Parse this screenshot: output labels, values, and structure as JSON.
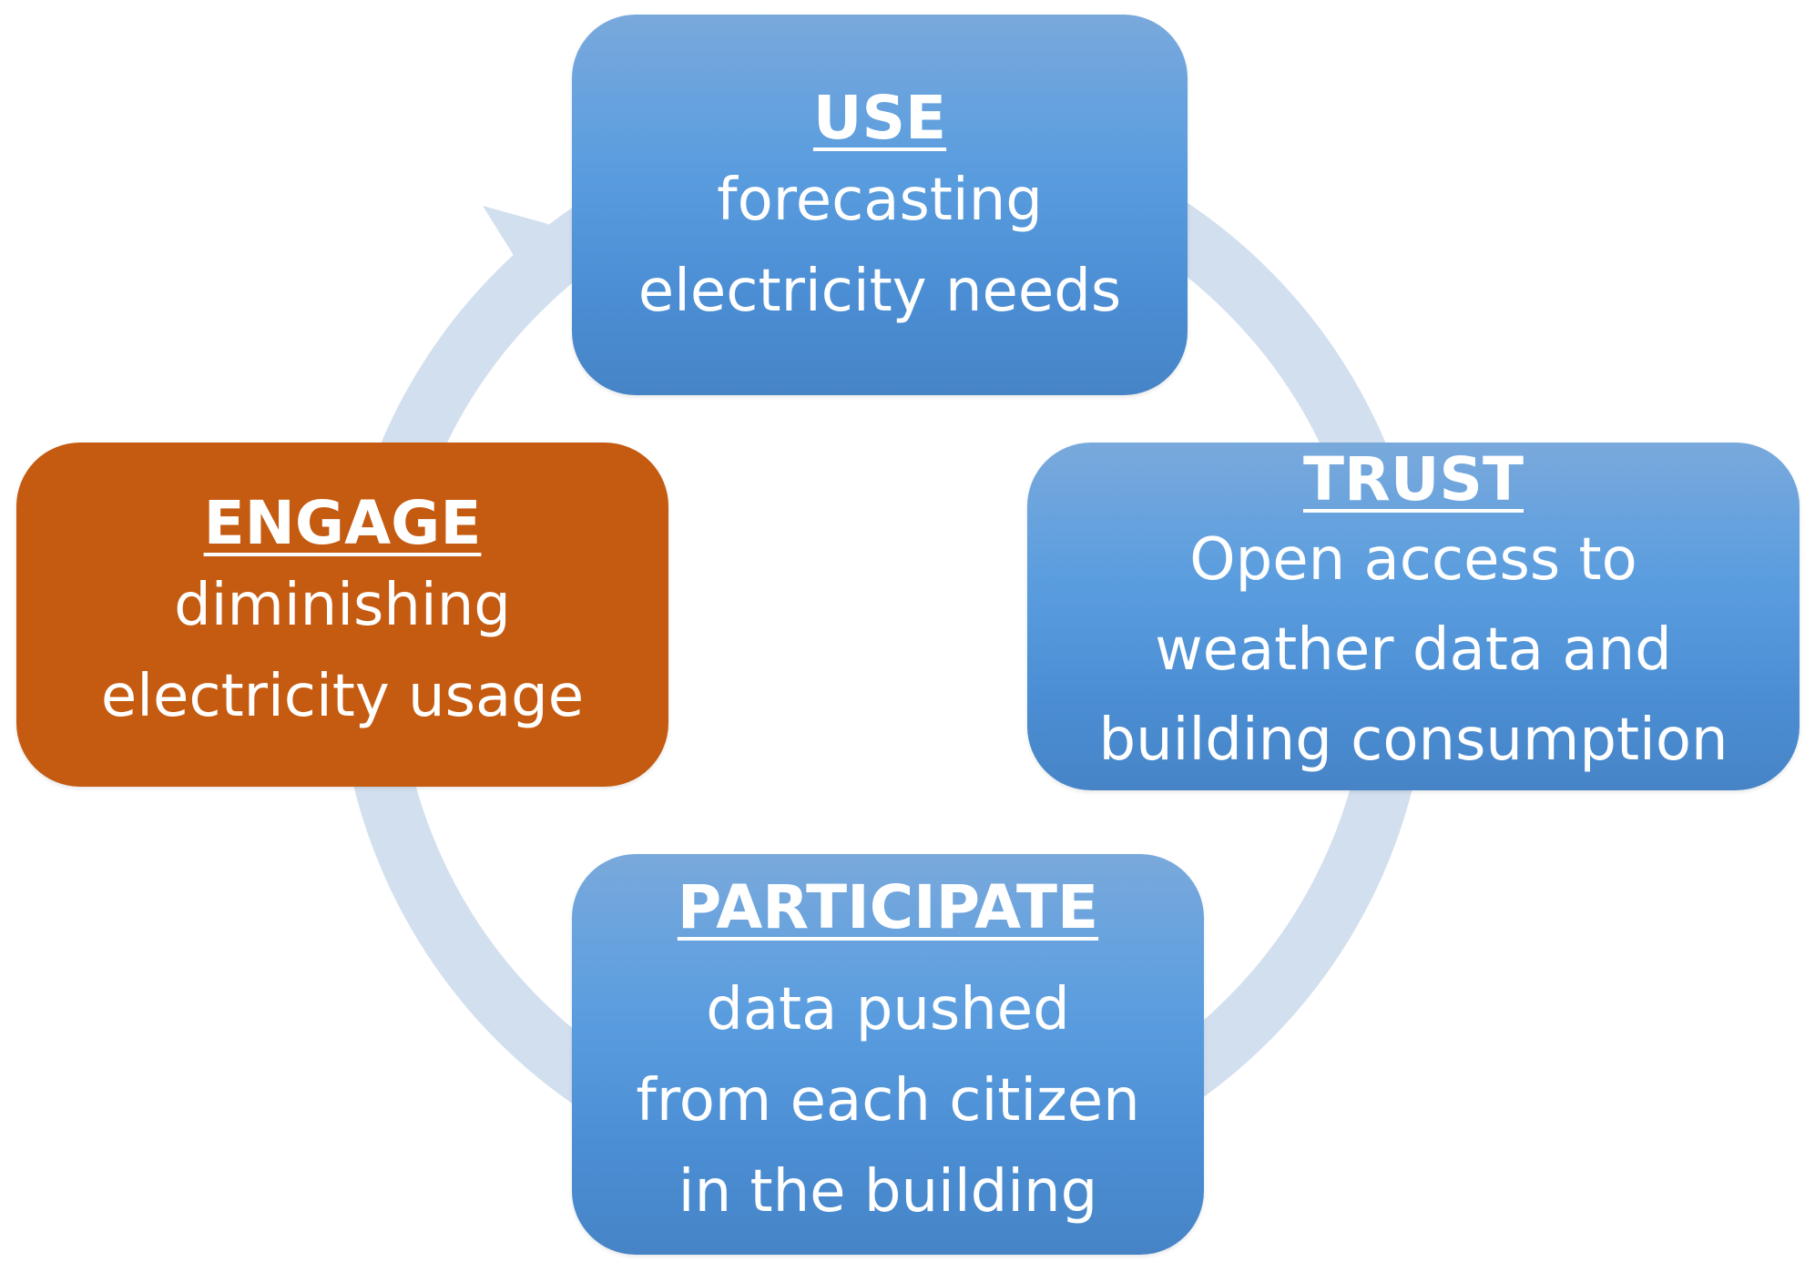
{
  "diagram": {
    "colors": {
      "ring": "#d2dfef",
      "blue_box": "#5b9bd5",
      "orange_box": "#c55a11",
      "text": "#ffffff"
    },
    "nodes": {
      "use": {
        "title": "USE",
        "lines": [
          "forecasting",
          "electricity needs"
        ]
      },
      "trust": {
        "title": "TRUST",
        "lines": [
          "Open access to",
          "weather data and",
          "building consumption"
        ]
      },
      "participate": {
        "title": "PARTICIPATE",
        "lines": [
          "data pushed",
          "from each citizen",
          "in the building"
        ]
      },
      "engage": {
        "title": "ENGAGE",
        "lines": [
          "diminishing",
          "electricity usage"
        ]
      }
    },
    "cycle_order": [
      "use",
      "trust",
      "participate",
      "engage"
    ],
    "cycle_direction": "clockwise"
  }
}
